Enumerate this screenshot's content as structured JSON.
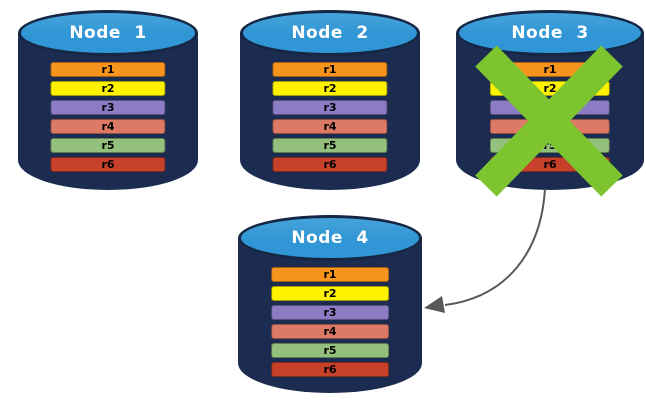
{
  "diagram": {
    "nodes": [
      {
        "id": "node1",
        "label": "Node 1",
        "failed": false
      },
      {
        "id": "node2",
        "label": "Node 2",
        "failed": false
      },
      {
        "id": "node3",
        "label": "Node 3",
        "failed": true
      },
      {
        "id": "node4",
        "label": "Node 4",
        "failed": false
      }
    ],
    "rows": [
      "r1",
      "r2",
      "r3",
      "r4",
      "r5",
      "r6"
    ],
    "row_colors": {
      "r1": "#F7941E",
      "r2": "#FFF200",
      "r3": "#8B7CC3",
      "r4": "#DC7A65",
      "r5": "#93C17D",
      "r6": "#C7402A"
    },
    "arrow": {
      "from": "node3",
      "to": "node4"
    },
    "colors": {
      "cylinder_body": "#1B2C50",
      "cylinder_top": "#3096D5",
      "cylinder_outline": "#152744",
      "title_text": "#FFFFFF",
      "row_text": "#000000",
      "failure_x": "#7DC42E",
      "arrow": "#595959"
    }
  }
}
